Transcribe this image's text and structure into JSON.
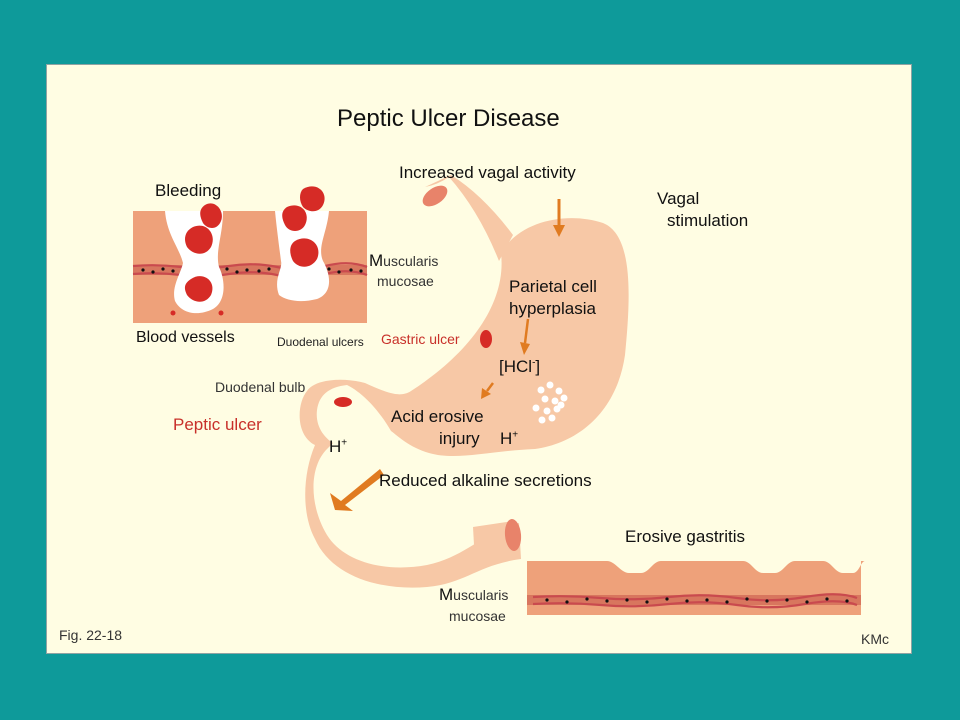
{
  "title": "Peptic Ulcer Disease",
  "labels": {
    "increased_vagal": "Increased  vagal  activity",
    "vagal_1": "Vagal",
    "vagal_2": "stimulation",
    "bleeding": "Bleeding",
    "muscularis_top_m": "M",
    "muscularis_top_rest": "uscularis",
    "mucosae_top": "mucosae",
    "parietal_1": "Parietal cell",
    "parietal_2": "hyperplasia",
    "blood_vessels": "Blood vessels",
    "duodenal_ulcers": "Duodenal ulcers",
    "gastric_ulcer": "Gastric ulcer",
    "hcl_open": "[HCl",
    "hcl_sup": "-",
    "hcl_close": "]",
    "duodenal_bulb": "Duodenal bulb",
    "peptic_ulcer": "Peptic  ulcer",
    "acid_1": "Acid erosive",
    "acid_2": "injury",
    "h_plus_1": "H",
    "h_plus_1_sup": "+",
    "h_plus_2": "H",
    "h_plus_2_sup": "+",
    "reduced_alkaline": "Reduced alkaline secretions",
    "erosive_gastritis": "Erosive gastritis",
    "muscularis_bottom_m": "M",
    "muscularis_bottom_rest": "uscularis",
    "mucosae_bottom": "mucosae",
    "fig": "Fig. 22-18",
    "credit": "KMc"
  },
  "colors": {
    "background": "#0e9a9a",
    "slide": "#fffde3",
    "stomach": "#f7c8a6",
    "tissue": "#eea17a",
    "ulcer_red": "#d62b26",
    "arrow": "#e07b21",
    "label_red": "#c8302a"
  }
}
